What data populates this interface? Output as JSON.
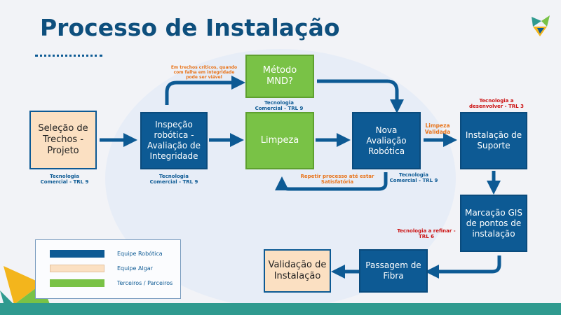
{
  "title": "Processo de Instalação",
  "boxes": {
    "selecao": "Seleção de Trechos - Projeto",
    "inspecao": "Inspeção robótica - Avaliação de Integridade",
    "metodo": "Método MND?",
    "limpeza": "Limpeza",
    "nova": "Nova Avaliação Robótica",
    "instalacao_suporte": "Instalação de Suporte",
    "marcacao": "Marcação GIS de pontos de instalação",
    "passagem": "Passagem de Fibra",
    "validacao": "Validação de Instalação"
  },
  "labels": {
    "selecao_trl": "Tecnologia Comercial - TRL 9",
    "inspecao_trl": "Tecnologia Comercial - TRL 9",
    "metodo_trl": "Tecnologia Comercial - TRL 9",
    "nova_trl": "Tecnologia Comercial - TRL 9",
    "desenvolver": "Tecnologia a desenvolver - TRL 3",
    "refinar": "Tecnologia a refinar - TRL 6",
    "trechos_criticos": "Em trechos críticos, quando com falha em integridade pode ser viável",
    "repetir": "Repetir processo até estar Satisfatória",
    "limpeza_validada": "Limpeza Validada"
  },
  "legend": [
    {
      "label": "Equipe Robótica",
      "color": "#0d5a94"
    },
    {
      "label": "Equipe Algar",
      "color": "#fbe0c2"
    },
    {
      "label": "Terceiros / Parceiros",
      "color": "#79c246"
    }
  ],
  "colors": {
    "blue": "#0d5a94",
    "green": "#79c246",
    "peach": "#fbe0c2",
    "red": "#cc1111",
    "orange": "#e8741b"
  },
  "icons": [
    "brand-logo-icon",
    "decorative-triangles-icon"
  ]
}
